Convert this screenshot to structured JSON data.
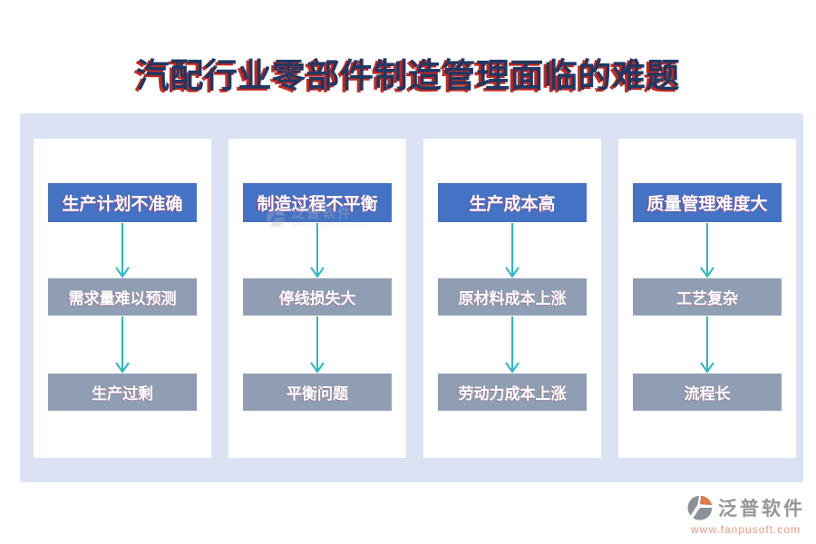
{
  "title": "汽配行业零部件制造管理面临的难题",
  "columns": [
    {
      "header": "生产计划不准确",
      "items": [
        "需求量难以预测",
        "生产过剩"
      ]
    },
    {
      "header": "制造过程不平衡",
      "items": [
        "停线损失大",
        "平衡问题"
      ]
    },
    {
      "header": "生产成本高",
      "items": [
        "原材料成本上涨",
        "劳动力成本上涨"
      ]
    },
    {
      "header": "质量管理难度大",
      "items": [
        "工艺复杂",
        "流程长"
      ]
    }
  ],
  "watermark": {
    "brand": "泛普软件",
    "url": "www.fanpusoft.com"
  },
  "footer": {
    "brand": "泛普软件",
    "url": "www.fanpusoft.com"
  },
  "colors": {
    "title_text": "#1f3864",
    "title_shadow": "#c8281e",
    "panel_bg": "#dbe2f4",
    "header_box_bg": "#4472c4",
    "item_box_bg": "#8f9eb3",
    "arrow": "#2bb8c4",
    "footer_brand": "#969696",
    "footer_url": "#e59a84"
  }
}
